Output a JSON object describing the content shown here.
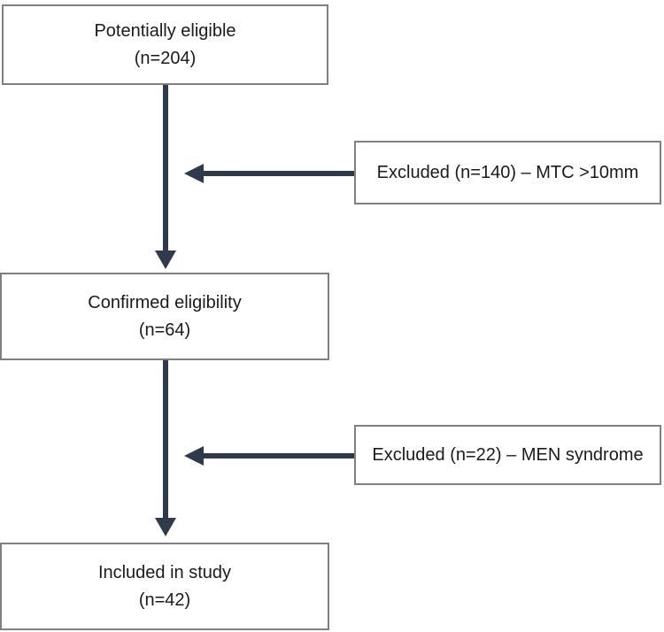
{
  "diagram": {
    "type": "flowchart",
    "description": "Study enrollment flow diagram",
    "colors": {
      "arrow": "#2F3B4D",
      "box_border": "#808080",
      "box_fill": "#ffffff",
      "text": "#1a1a1a",
      "background": "#ffffff"
    },
    "nodes": {
      "potentially_eligible": {
        "line1": "Potentially eligible",
        "line2": "(n=204)"
      },
      "confirmed_eligibility": {
        "line1": "Confirmed eligibility",
        "line2": "(n=64)"
      },
      "included_in_study": {
        "line1": "Included in study",
        "line2": "(n=42)"
      },
      "excluded_mtc": {
        "label": "Excluded (n=140) – MTC >10mm"
      },
      "excluded_men": {
        "label": "Excluded (n=22) – MEN syndrome"
      }
    },
    "edges": [
      {
        "from": "potentially_eligible",
        "to": "confirmed_eligibility",
        "direction": "down"
      },
      {
        "from": "excluded_mtc",
        "to": "main-flow",
        "direction": "left"
      },
      {
        "from": "confirmed_eligibility",
        "to": "included_in_study",
        "direction": "down"
      },
      {
        "from": "excluded_men",
        "to": "main-flow",
        "direction": "left"
      }
    ]
  }
}
